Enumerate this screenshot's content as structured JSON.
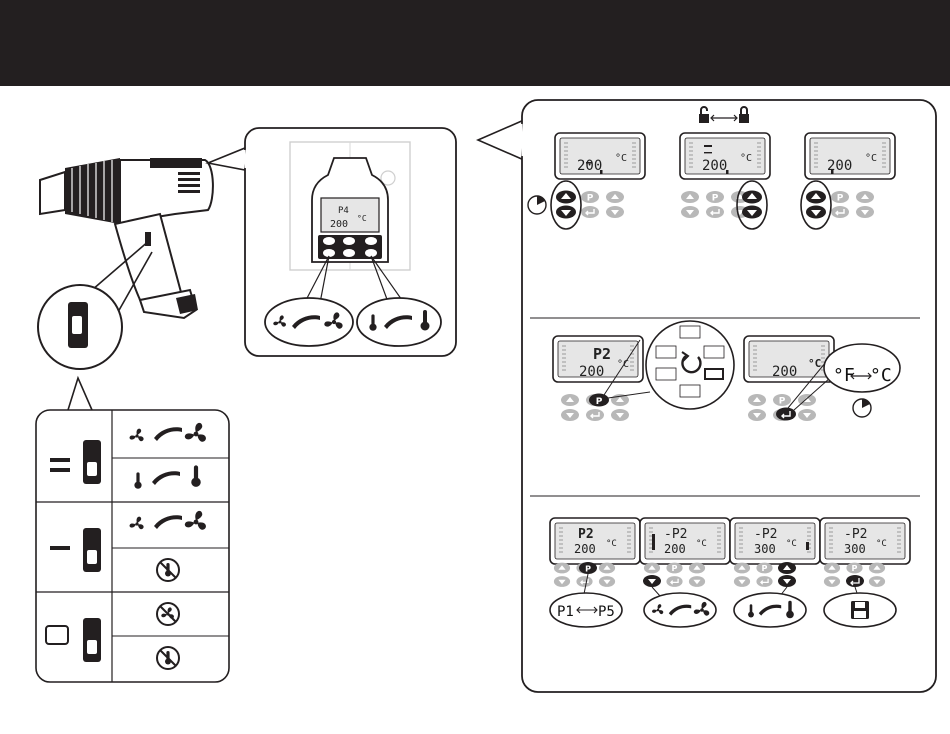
{
  "header": {
    "background": "#231f20"
  },
  "colors": {
    "ink": "#231f20",
    "lcd_bg": "#e6e6e6",
    "button_grey": "#b8b8b8",
    "button_dark": "#231f20",
    "panel_bg": "#ffffff"
  },
  "gun_lcd": {
    "program": "P4",
    "temperature": "200",
    "unit": "°C"
  },
  "icons": {
    "airflow": "fan-airflow-increase-icon",
    "heat": "thermometer-increase-icon",
    "no_heat": "no-heat-icon",
    "no_fan": "no-fan-icon",
    "lock": "padlock-icon",
    "clock": "clock-icon",
    "save": "floppy-save-icon",
    "enter": "enter-arrow-icon"
  },
  "switch_legend": [
    {
      "position": "II",
      "effects": [
        "airflow-adjustable",
        "heat-adjustable"
      ]
    },
    {
      "position": "I",
      "effects": [
        "airflow-adjustable",
        "heat-off"
      ]
    },
    {
      "position": "0",
      "effects": [
        "fan-off",
        "heat-off"
      ]
    }
  ],
  "panel": {
    "lock_section": {
      "displays": [
        {
          "temperature": "200",
          "unit": "°C"
        },
        {
          "temperature": "200",
          "unit": "°C"
        },
        {
          "temperature": "200",
          "unit": "°C"
        }
      ]
    },
    "unit_section": {
      "displays": [
        {
          "program": "P2",
          "temperature": "200",
          "unit": "°C"
        },
        {
          "temperature": "200",
          "unit": "°C"
        }
      ],
      "unit_toggle": {
        "from": "°F",
        "to": "°C"
      }
    },
    "program_section": {
      "displays": [
        {
          "program": "P2",
          "temperature": "200",
          "unit": "°C"
        },
        {
          "program": "-P2",
          "temperature": "200",
          "unit": "°C"
        },
        {
          "program": "-P2",
          "temperature": "300",
          "unit": "°C"
        },
        {
          "program": "-P2",
          "temperature": "300",
          "unit": "°C"
        }
      ],
      "program_range": {
        "from": "P1",
        "to": "P5"
      }
    }
  },
  "button_labels": {
    "program": "P"
  }
}
